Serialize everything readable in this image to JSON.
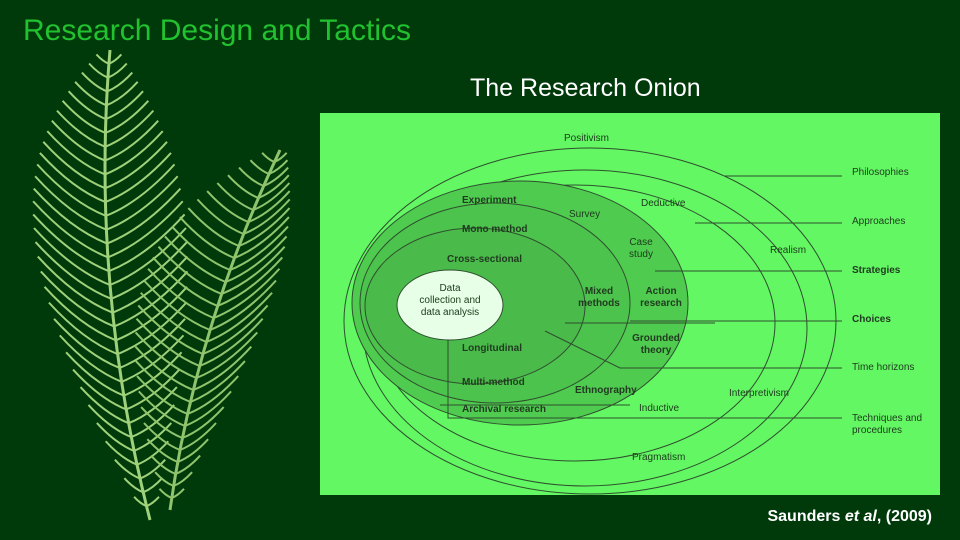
{
  "slide": {
    "title": "Research Design and Tactics",
    "subtitle": "The Research Onion",
    "citation": {
      "author": "Saunders",
      "et_al": "et al",
      "year": ", (2009)"
    }
  },
  "onion": {
    "layers": {
      "philosophies": [
        "Positivism",
        "Realism",
        "Interpretivism",
        "Pragmatism"
      ],
      "approaches": [
        "Deductive",
        "Inductive"
      ],
      "strategies": [
        "Experiment",
        "Survey",
        "Case study",
        "Action research",
        "Grounded theory",
        "Ethnography",
        "Archival research"
      ],
      "choices": [
        "Mono method",
        "Mixed methods",
        "Multi-method"
      ],
      "time_horizons": [
        "Cross-sectional",
        "Longitudinal"
      ],
      "core": "Data collection and data analysis"
    },
    "legend": [
      "Philosophies",
      "Approaches",
      "Strategies",
      "Choices",
      "Time horizons",
      "Techniques and procedures"
    ],
    "colors": {
      "panel": "#63f763",
      "inner_shade": "#4fcb4f",
      "core": "#e6ffe6",
      "lines": "#2f4f2f"
    }
  }
}
